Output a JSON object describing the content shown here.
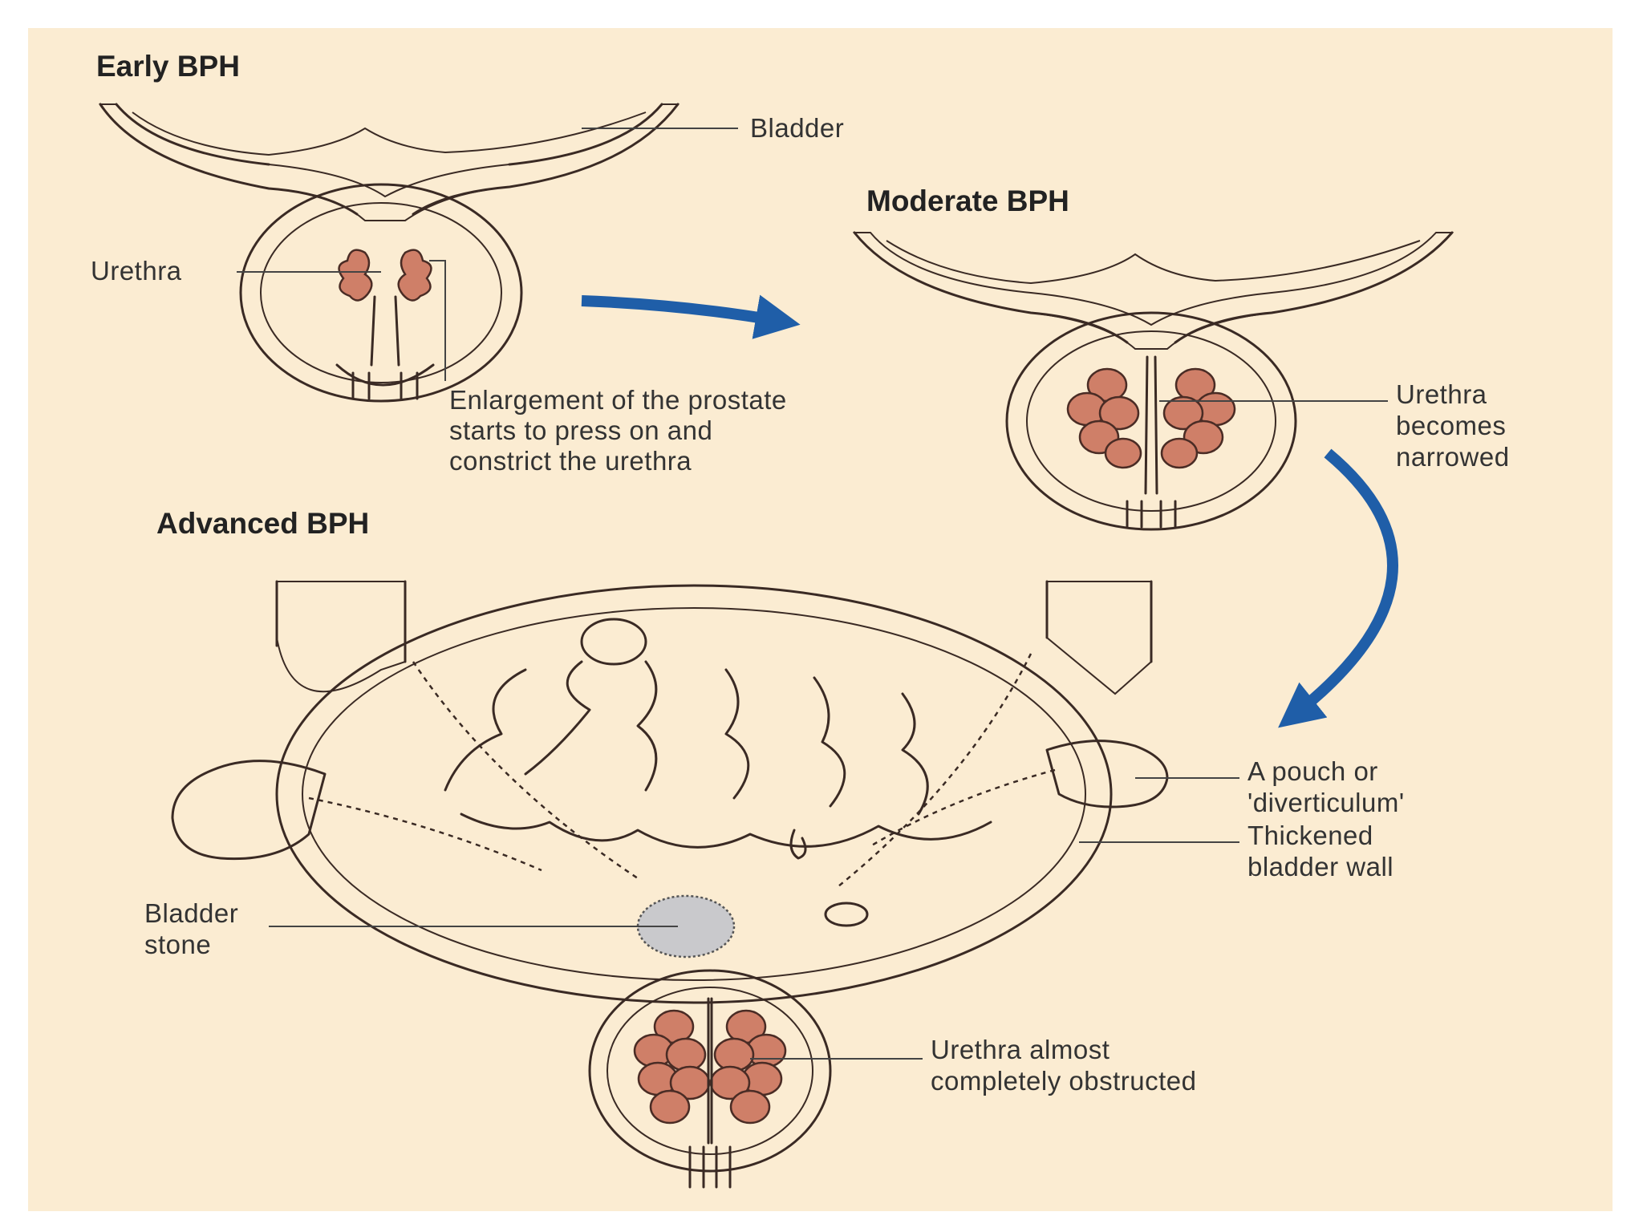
{
  "stages": {
    "early": {
      "title": "Early BPH"
    },
    "moderate": {
      "title": "Moderate BPH"
    },
    "advanced": {
      "title": "Advanced BPH"
    }
  },
  "labels": {
    "bladder": "Bladder",
    "urethra_early": "Urethra",
    "enlargement": [
      "Enlargement of the prostate",
      "starts to press on and",
      "constrict the urethra"
    ],
    "urethra_narrowed": [
      "Urethra",
      "becomes",
      "narrowed"
    ],
    "pouch": [
      "A pouch or",
      "'diverticulum'"
    ],
    "thickened": [
      "Thickened",
      "bladder wall"
    ],
    "stone": [
      "Bladder",
      "stone"
    ],
    "obstructed": [
      "Urethra almost",
      "completely obstructed"
    ]
  },
  "colors": {
    "background": "#fbecd2",
    "tissue": "#f1c2ae",
    "lobe": "#cf7f68",
    "arrow": "#1f5ea8",
    "stone": "#c9c9cc"
  }
}
